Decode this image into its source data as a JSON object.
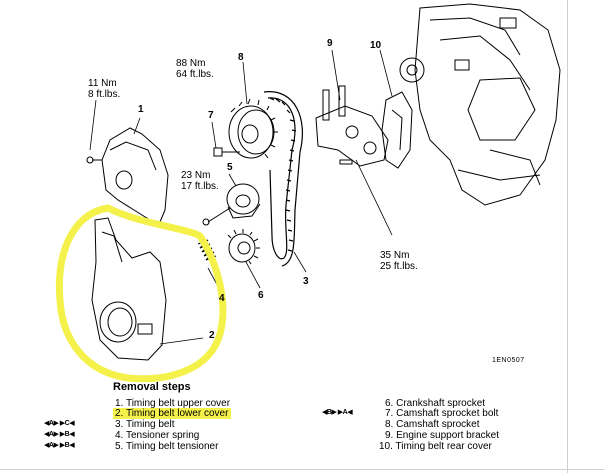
{
  "callouts": {
    "torque_cover": {
      "nm": "11 Nm",
      "ftlbs": "8 ft.lbs."
    },
    "torque_sprocket": {
      "nm": "88 Nm",
      "ftlbs": "64 ft.lbs."
    },
    "torque_tensioner": {
      "nm": "23 Nm",
      "ftlbs": "17 ft.lbs."
    },
    "torque_bracket": {
      "nm": "35 Nm",
      "ftlbs": "25 ft.lbs."
    }
  },
  "part_numbers": [
    "1",
    "2",
    "3",
    "4",
    "5",
    "6",
    "7",
    "8",
    "9",
    "10"
  ],
  "figure_code": "1EN0507",
  "removal": {
    "title": "Removal steps",
    "left": [
      {
        "num": "1.",
        "text": "Timing belt upper cover",
        "marks": ""
      },
      {
        "num": "2.",
        "text": "Timing belt lower cover",
        "marks": ""
      },
      {
        "num": "3.",
        "text": "Timing belt",
        "marks": "◀A▶ ▶C◀"
      },
      {
        "num": "4.",
        "text": "Tensioner spring",
        "marks": "◀A▶ ▶B◀"
      },
      {
        "num": "5.",
        "text": "Timing belt tensioner",
        "marks": "◀A▶ ▶B◀"
      }
    ],
    "right": [
      {
        "num": "6.",
        "text": "Crankshaft sprocket",
        "marks": ""
      },
      {
        "num": "7.",
        "text": "Camshaft sprocket bolt",
        "marks": "◀B▶ ▶A◀"
      },
      {
        "num": "8.",
        "text": "Camshaft sprocket",
        "marks": ""
      },
      {
        "num": "9.",
        "text": "Engine support bracket",
        "marks": ""
      },
      {
        "num": "10.",
        "text": "Timing belt rear cover",
        "marks": ""
      }
    ]
  },
  "annotation_color": "#f4f24a"
}
